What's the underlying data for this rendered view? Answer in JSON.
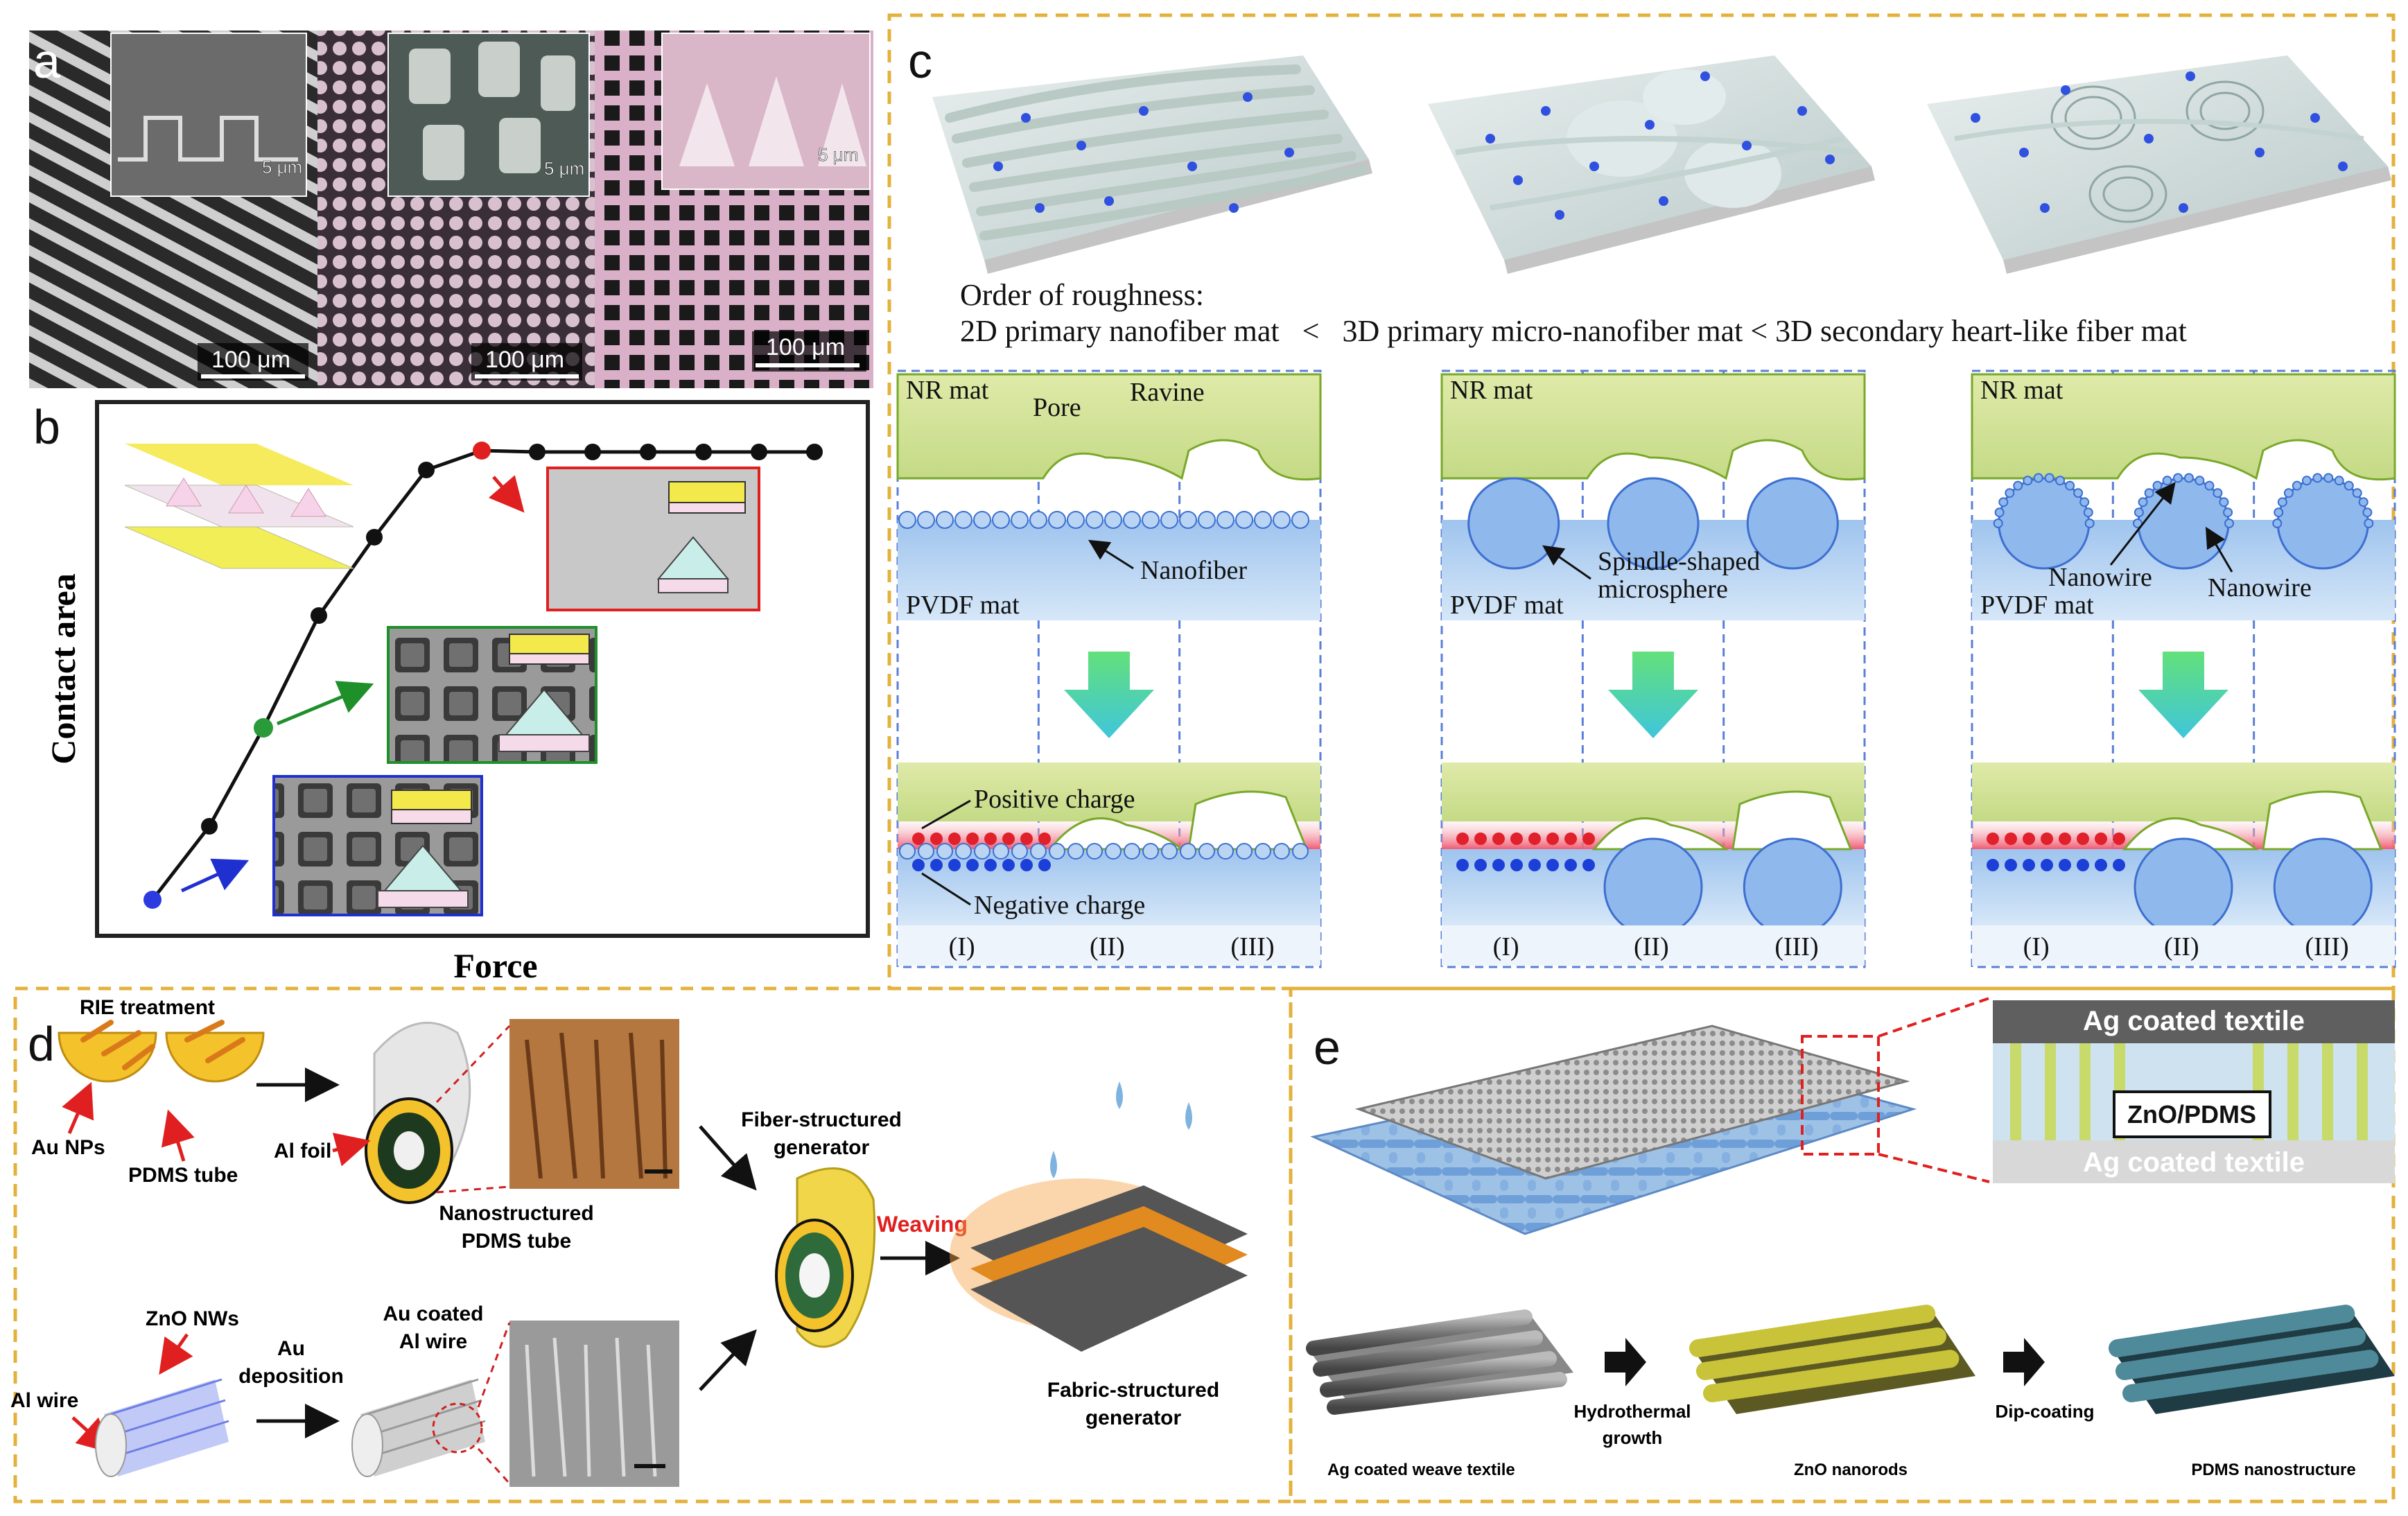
{
  "colors": {
    "frame": "#e3b23c",
    "nr": "#c7dc8e",
    "nr_edge": "#7aa82a",
    "pvdf": "#b8d3f0",
    "pvdf_edge": "#4a7fd0",
    "pos": "#e0202a",
    "neg": "#1c3fd8",
    "arrow": "#4fd0c6"
  },
  "panel_a": {
    "label": "a",
    "images": [
      {
        "scale": "100 μm",
        "inset_scale": "5 μm"
      },
      {
        "scale": "100 μm",
        "inset_scale": "5 μm"
      },
      {
        "scale": "100 μm",
        "inset_scale": "5 μm"
      }
    ]
  },
  "panel_b": {
    "label": "b",
    "ylabel": "Contact area",
    "xlabel": "Force"
  },
  "panel_c": {
    "label": "c",
    "roughness_title": "Order of roughness:",
    "roughness_line": "2D primary nanofiber mat   <   3D primary micro-nanofiber mat < 3D secondary heart-like fiber mat",
    "diagrams": [
      {
        "nr": "NR mat",
        "pvdf": "PVDF mat",
        "labels": [
          "Pore",
          "Ravine",
          "Nanofiber"
        ],
        "pos": "Positive charge",
        "neg": "Negative charge",
        "regions": [
          "(I)",
          "(II)",
          "(III)"
        ]
      },
      {
        "nr": "NR mat",
        "pvdf": "PVDF mat",
        "labels": [
          "Spindle-shaped",
          "microsphere"
        ],
        "regions": [
          "(I)",
          "(II)",
          "(III)"
        ]
      },
      {
        "nr": "NR mat",
        "pvdf": "PVDF mat",
        "labels": [
          "Nanowire",
          "Nanowire"
        ],
        "regions": [
          "(I)",
          "(II)",
          "(III)"
        ]
      }
    ]
  },
  "panel_d": {
    "label": "d",
    "rie": "RIE treatment",
    "au_nps": "Au NPs",
    "pdms_tube": "PDMS tube",
    "al_foil": "Al foil",
    "nano_pdms_1": "Nanostructured",
    "nano_pdms_2": "PDMS tube",
    "fiber_gen_1": "Fiber-structured",
    "fiber_gen_2": "generator",
    "weaving": "Weaving",
    "fabric_gen_1": "Fabric-structured",
    "fabric_gen_2": "generator",
    "zno_nws": "ZnO NWs",
    "au_dep_1": "Au",
    "au_dep_2": "deposition",
    "al_wire": "Al wire",
    "au_coated_1": "Au coated",
    "au_coated_2": "Al wire"
  },
  "panel_e": {
    "label": "e",
    "ag_top": "Ag coated textile",
    "zno_pdms": "ZnO/PDMS",
    "ag_bottom": "Ag coated textile",
    "step1": "Ag coated weave textile",
    "step2_1": "Hydrothermal",
    "step2_2": "growth",
    "step3": "ZnO nanorods",
    "step4": "Dip-coating",
    "step5": "PDMS nanostructure"
  }
}
